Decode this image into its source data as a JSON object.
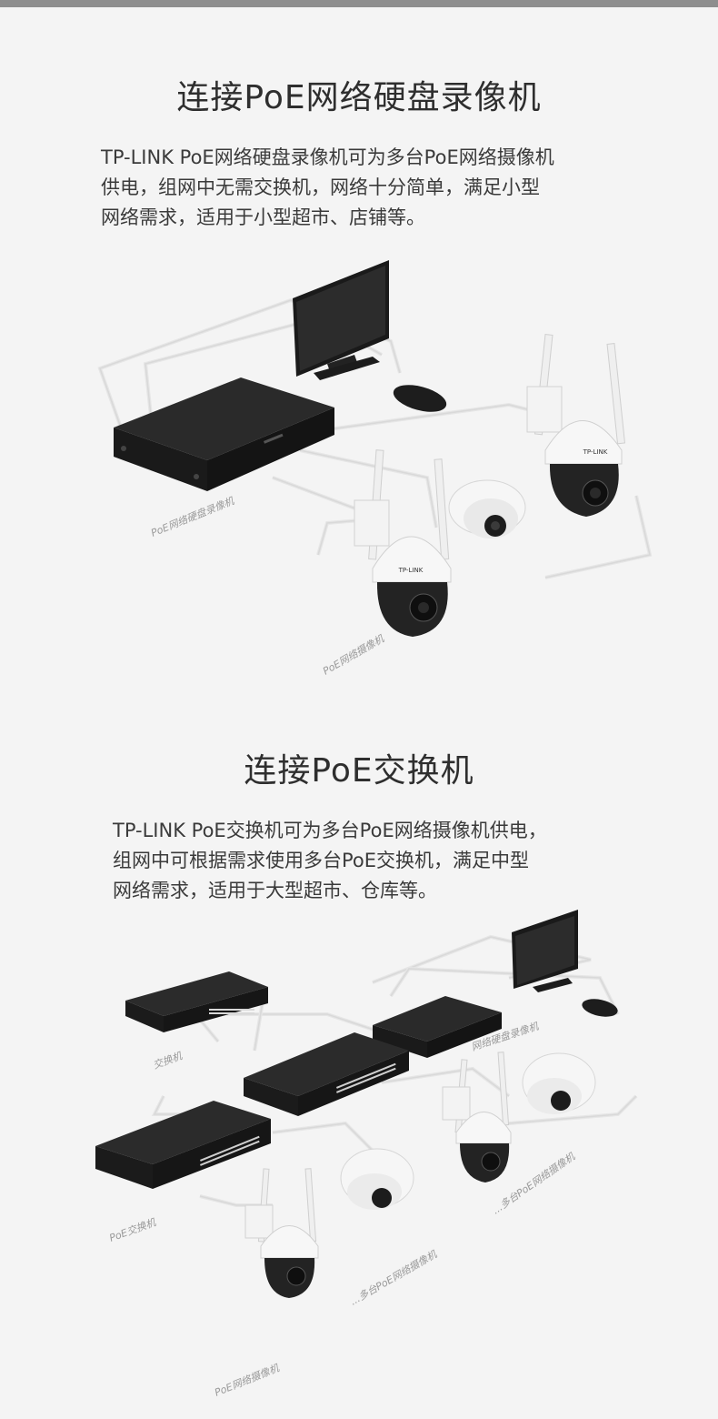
{
  "section1": {
    "title": "连接PoE网络硬盘录像机",
    "lines": [
      "TP-LINK PoE网络硬盘录像机可为多台PoE网络摄像机",
      "供电，组网中无需交换机，网络十分简单，满足小型",
      "网络需求，适用于小型超市、店铺等。"
    ],
    "labels": {
      "nvr": "PoE网络硬盘录像机",
      "camera": "PoE网络摄像机"
    }
  },
  "section2": {
    "title": "连接PoE交换机",
    "lines": [
      "TP-LINK PoE交换机可为多台PoE网络摄像机供电，",
      "组网中可根据需求使用多台PoE交换机，满足中型",
      "网络需求，适用于大型超市、仓库等。"
    ],
    "labels": {
      "switch": "交换机",
      "nvr": "网络硬盘录像机",
      "poe_switch": "PoE交换机",
      "multi_camera_a": "...多台PoE网络摄像机",
      "multi_camera_b": "...多台PoE网络摄像机",
      "camera": "PoE网络摄像机"
    }
  },
  "brand": "TP-LINK",
  "colors": {
    "device_black": "#1f1f1f",
    "camera_white": "#f2f2f2",
    "cable": "#d9d9d9"
  }
}
